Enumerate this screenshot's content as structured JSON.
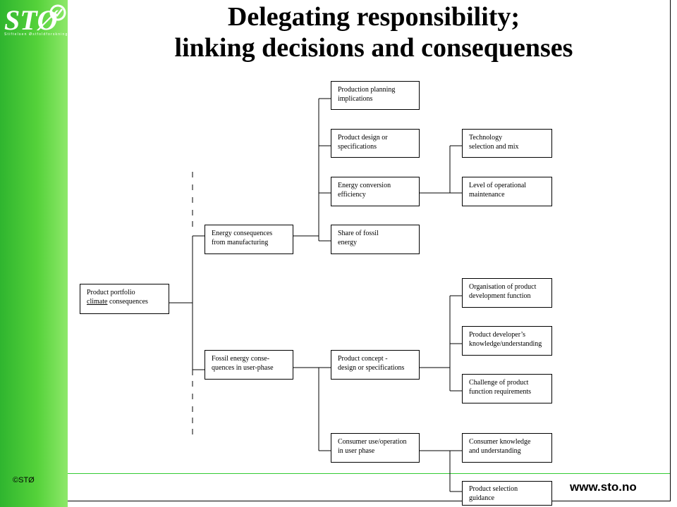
{
  "header": {
    "title_line1": "Delegating responsibility;",
    "title_line2": "linking decisions and consequenses"
  },
  "brand": {
    "logo_text": "STØ",
    "logo_subtitle": "Stiftelsen Østfoldforskning",
    "copyright": "©STØ",
    "url": "www.sto.no",
    "accent_color": "#33cc33"
  },
  "diagram": {
    "root": {
      "line1_prefix": "",
      "line1": "Product portfolio",
      "line2_underlined": "climate",
      "line2_rest": " consequences"
    },
    "energy_manufacturing": {
      "line1": "Energy consequences",
      "line2": "from manufacturing"
    },
    "fossil_user_phase": {
      "line1": "Fossil energy conse-",
      "line2": "quences in user-phase"
    },
    "production_planning": {
      "line1": "Production planning",
      "line2": "implications"
    },
    "product_design": {
      "line1": "Product design or",
      "line2": "specifications"
    },
    "energy_conversion": {
      "line1": "Energy conversion",
      "line2": "efficiency"
    },
    "share_fossil": {
      "line1": "Share of fossil",
      "line2": "energy"
    },
    "technology_selection": {
      "line1": "Technology",
      "line2": "selection and mix"
    },
    "operational_maintenance": {
      "line1": "Level of operational",
      "line2": "maintenance"
    },
    "product_concept": {
      "line1": "Product concept -",
      "line2": "design or specifications"
    },
    "consumer_use": {
      "line1": "Consumer use/operation",
      "line2": "in user phase"
    },
    "org_product_dev": {
      "line1": "Organisation of product",
      "line2": "development function"
    },
    "developer_knowledge": {
      "line1": "Product developer’s",
      "line2": "knowledge/understanding"
    },
    "function_requirements": {
      "line1": "Challenge of product",
      "line2": "function requirements"
    },
    "consumer_knowledge": {
      "line1": "Consumer knowledge",
      "line2": "and understanding"
    },
    "selection_guidance": {
      "line1": "Product selection",
      "line2": "guidance"
    }
  }
}
